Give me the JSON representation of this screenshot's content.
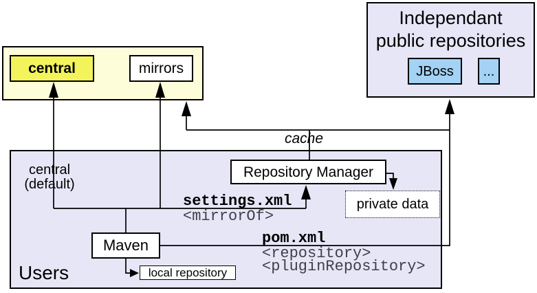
{
  "colors": {
    "cream": "#fdfdda",
    "yellow": "#f3f35c",
    "lavender": "#e6e6f7",
    "blue": "#a3d2f4",
    "line": "#000000"
  },
  "public_repos": {
    "central": "central",
    "mirrors": "mirrors"
  },
  "independent": {
    "title_line1": "Independant",
    "title_line2": "public repositories",
    "jboss": "JBoss",
    "more": "..."
  },
  "users": {
    "label": "Users",
    "central_default": {
      "line1": "central",
      "line2": "(default)"
    },
    "repository_manager": "Repository Manager",
    "private_data": "private data",
    "maven": "Maven",
    "local_repository": "local repository"
  },
  "annotations": {
    "cache": "cache",
    "settings_file": "settings.xml",
    "mirror_of": "<mirrorOf>",
    "pom_file": "pom.xml",
    "repository_tag": "<repository>",
    "plugin_repository_tag": "<pluginRepository>"
  }
}
